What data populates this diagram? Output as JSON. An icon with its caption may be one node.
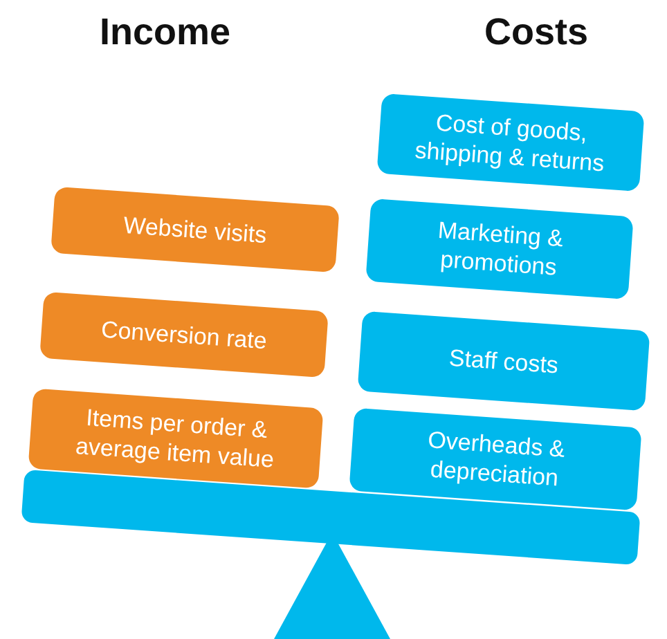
{
  "diagram": {
    "nodes": [
      {
        "text": [
          "Website visits"
        ]
      },
      {
        "text": [
          "Conversion rate"
        ]
      },
      {
        "text": [
          "Items per order & average item value"
        ]
      },
      {
        "text": [
          "Cost of goods, shipping & returns"
        ]
      },
      {
        "text": [
          "Marketing & promotions"
        ]
      },
      {
        "text": [
          "Staff costs"
        ]
      },
      {
        "text": [
          "Overheads & depreciation"
        ]
      }
    ],
    "labels": [
      "Income",
      "Costs"
    ]
  }
}
